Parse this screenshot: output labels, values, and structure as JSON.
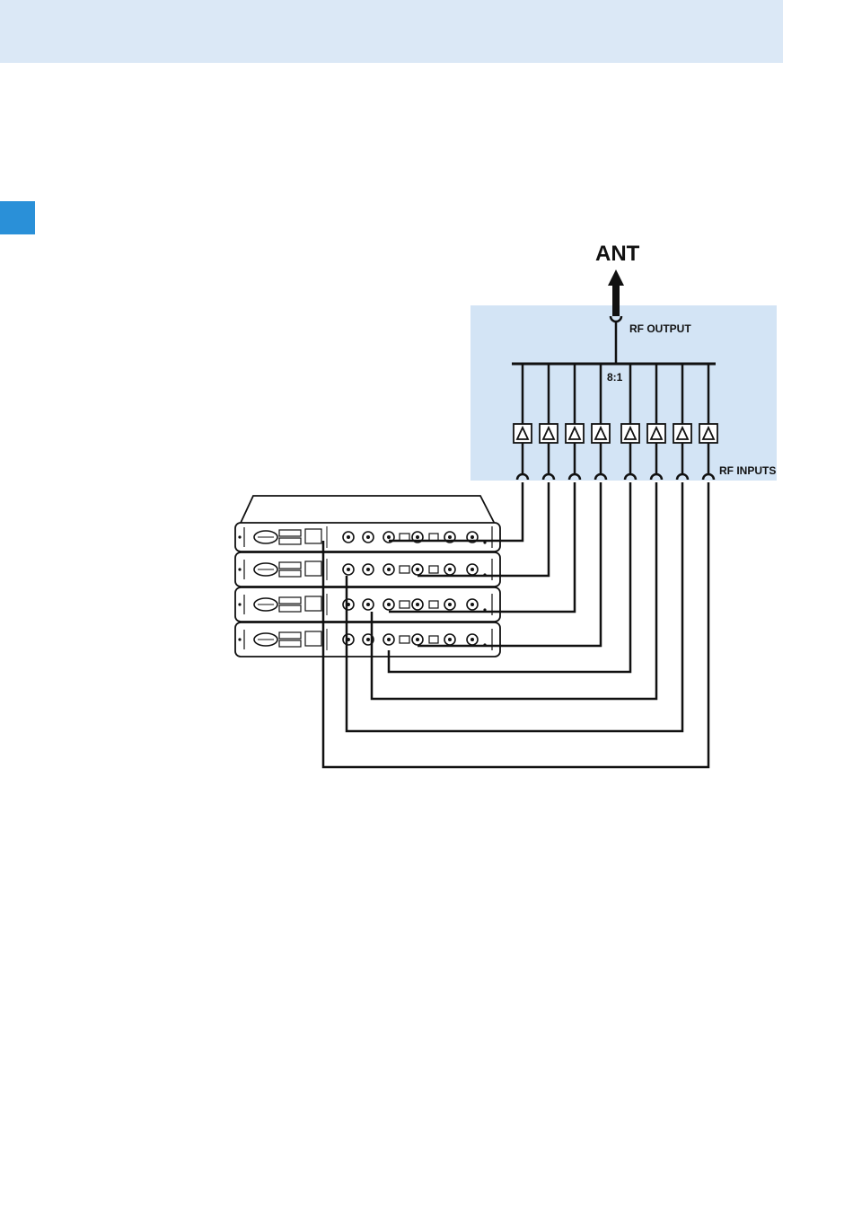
{
  "diagram": {
    "antenna_label": "ANT",
    "rf_output_label": "RF OUTPUT",
    "ratio_label": "8:1",
    "rf_inputs_label": "RF INPUTS",
    "amplifier_count": 8,
    "receiver_count": 4,
    "colors": {
      "header_band": "#dbe8f6",
      "side_tab": "#2a90d8",
      "combiner_panel": "#d3e4f5",
      "line": "#111111"
    }
  }
}
